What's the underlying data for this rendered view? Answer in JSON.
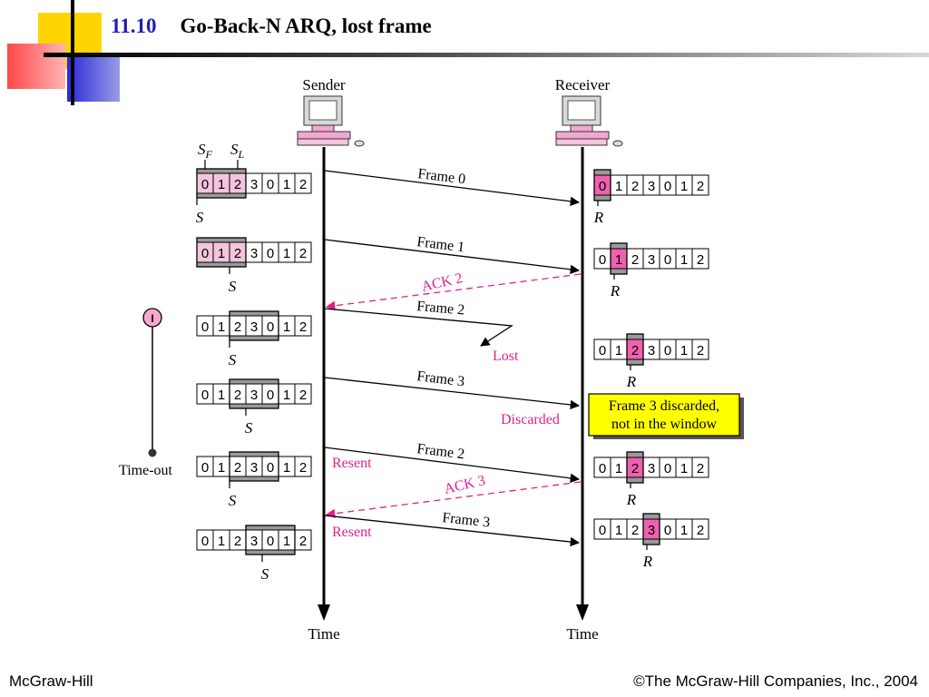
{
  "slide": {
    "number": "11.10",
    "title": "Go-Back-N ARQ, lost frame",
    "footer_left": "McGraw-Hill",
    "footer_right": "©The McGraw-Hill Companies, Inc., 2004"
  },
  "diagram": {
    "sender_label": "Sender",
    "receiver_label": "Receiver",
    "time_label": "Time",
    "sf_label": "S",
    "sf_sub": "F",
    "sl_label": "S",
    "sl_sub": "L",
    "sender_pointer": "S",
    "receiver_pointer": "R",
    "sequence": [
      "0",
      "1",
      "2",
      "3",
      "0",
      "1",
      "2"
    ],
    "timer_symbol": "I",
    "timeout_label": "Time-out",
    "lost_label": "Lost",
    "discarded_label": "Discarded",
    "resent_label": "Resent",
    "note_lines": [
      "Frame 3 discarded,",
      "not in the window"
    ],
    "colors": {
      "pink": "#f4c4dc",
      "hot": "#f060b0",
      "gray": "#9a9a9a",
      "magenta": "#e0208c",
      "note": "#ffff00",
      "timer": "#f6a8cc"
    },
    "messages": [
      {
        "label": "Frame 0",
        "kind": "frame"
      },
      {
        "label": "Frame 1",
        "kind": "frame"
      },
      {
        "label": "ACK 2",
        "kind": "ack"
      },
      {
        "label": "Frame 2",
        "kind": "lost"
      },
      {
        "label": "Frame 3",
        "kind": "frame"
      },
      {
        "label": "Frame 2",
        "kind": "frame"
      },
      {
        "label": "ACK 3",
        "kind": "ack"
      },
      {
        "label": "Frame 3",
        "kind": "frame"
      }
    ],
    "sender_windows": [
      {
        "start": 0,
        "size": 3,
        "sf": 0,
        "sl": 2,
        "s": 0,
        "highlight": [
          0,
          1,
          2
        ]
      },
      {
        "start": 0,
        "size": 3,
        "s": 2,
        "highlight": [
          0,
          1,
          2
        ]
      },
      {
        "start": 2,
        "size": 3,
        "s": 2,
        "highlight": []
      },
      {
        "start": 2,
        "size": 3,
        "s": 3,
        "highlight": []
      },
      {
        "start": 2,
        "size": 3,
        "s": 2,
        "highlight": []
      },
      {
        "start": 3,
        "size": 3,
        "s": 4,
        "highlight": []
      }
    ],
    "receiver_windows": [
      {
        "r": 0
      },
      {
        "r": 1
      },
      {
        "r": 2
      },
      {
        "r": 2
      },
      {
        "r": 3
      }
    ]
  }
}
